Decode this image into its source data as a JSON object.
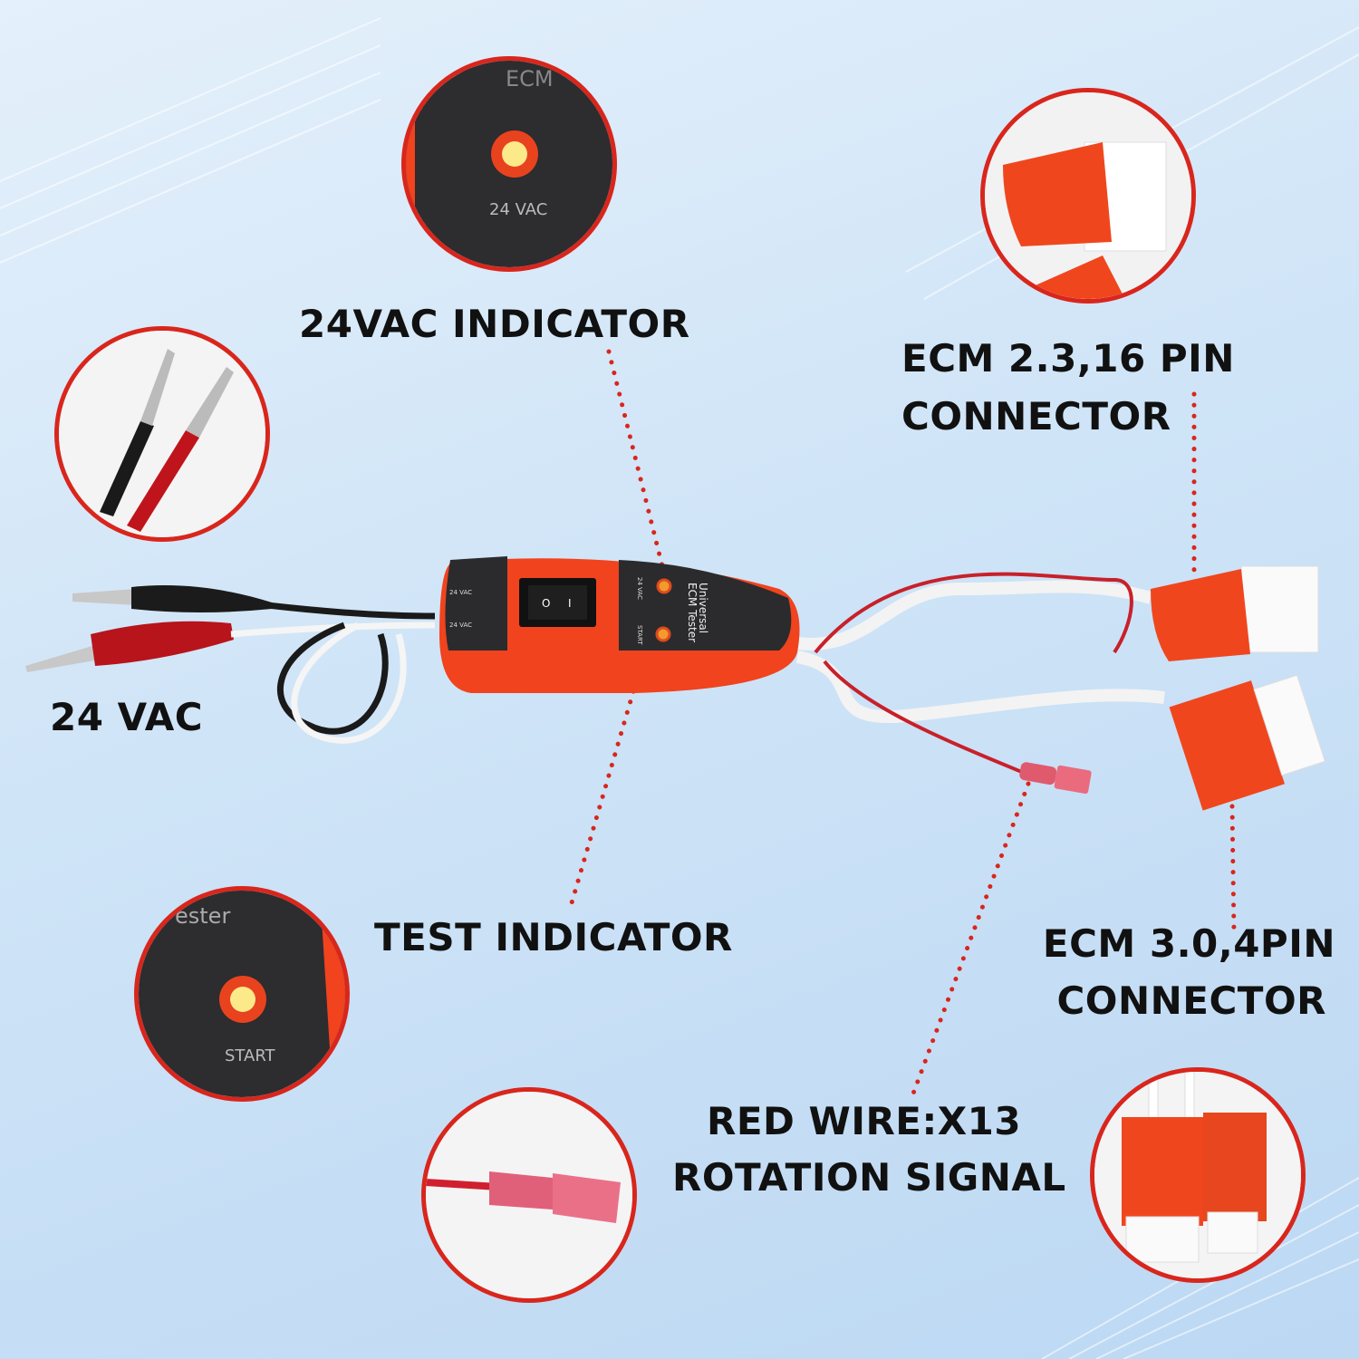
{
  "labels": {
    "vac_indicator": "24VAC INDICATOR",
    "ecm23_line1": "ECM 2.3,16 PIN",
    "ecm23_line2": "CONNECTOR",
    "vac_input": "24 VAC",
    "test_indicator": "TEST INDICATOR",
    "ecm30_line1": "ECM 3.0,4PIN",
    "ecm30_line2": "CONNECTOR",
    "red_wire_line1": "RED WIRE:X13",
    "red_wire_line2": "ROTATION SIGNAL"
  },
  "device": {
    "left_label_top": "24 VAC",
    "left_label_bottom": "24 VAC",
    "switch_off": "O",
    "switch_on": "I",
    "led1_label": "24 VAC",
    "led2_label": "START",
    "brand_line1": "Universal",
    "brand_line2": "ECM Tester"
  },
  "insets": {
    "vac_led_header": "ECM",
    "vac_led_label": "24 VAC",
    "start_led_header": "ester",
    "start_led_label": "START"
  },
  "colors": {
    "accent": "#d9261c",
    "device": "#f0431e",
    "panel": "#2b2b2d",
    "background": "#cfe4f7"
  }
}
